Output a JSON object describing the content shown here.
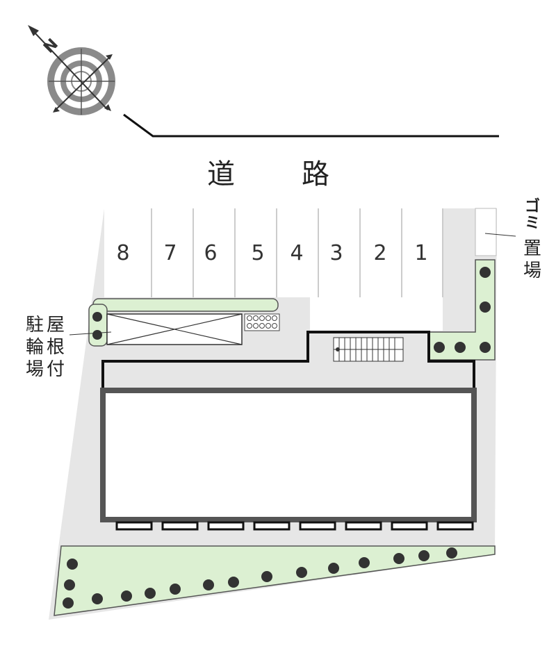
{
  "road": {
    "label": "道　路"
  },
  "parking": {
    "spaces": [
      "8",
      "7",
      "6",
      "5",
      "4",
      "3",
      "2",
      "1"
    ]
  },
  "garbage": {
    "line1": "ゴミ",
    "line2": "置場"
  },
  "bicycle_parking": {
    "col_right": "屋根付",
    "col_left": "駐輪場"
  },
  "compass": {
    "north": "N"
  },
  "colors": {
    "lot": "#e6e6e6",
    "green": "#dcf0d2",
    "building_outline": "#333333",
    "line": "#222222"
  }
}
